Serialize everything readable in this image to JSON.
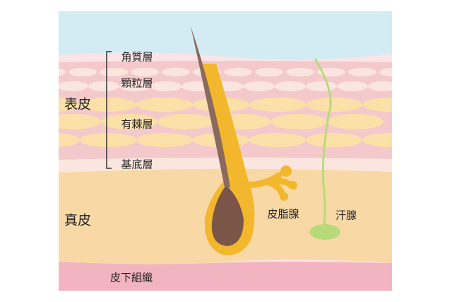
{
  "labels": {
    "epidermis": "表皮",
    "stratum_corneum": "角質層",
    "stratum_granulosum": "顆粒層",
    "stratum_spinosum": "有棘層",
    "stratum_basale": "基底層",
    "dermis": "真皮",
    "sebaceous_gland": "皮脂腺",
    "sweat_gland": "汗腺",
    "subcutaneous_tissue": "皮下組織"
  },
  "colors": {
    "surface": "#d3ebf2",
    "epidermis": "#f4c9cb",
    "cells_light": "#fbe6df",
    "cells_yellow": "#fbe0a8",
    "dermis": "#f8d9a6",
    "subcutaneous": "#f2b4c0",
    "hair": "#7b5548",
    "follicle": "#f3b72d",
    "sweat_gland": "#b8db7a"
  }
}
